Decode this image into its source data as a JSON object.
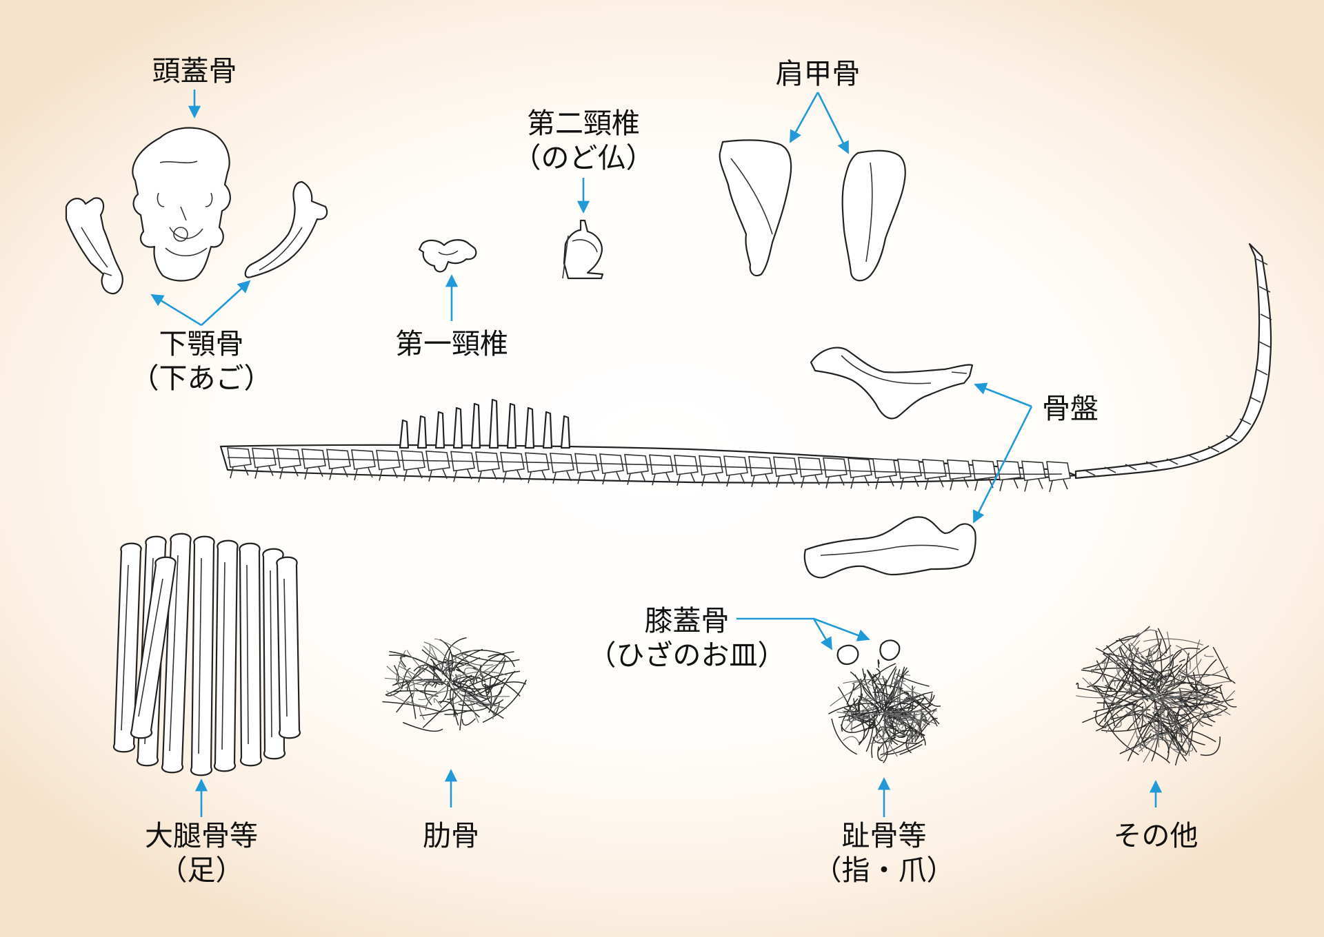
{
  "labels": {
    "skull": "頭蓋骨",
    "mandible_1": "下顎骨",
    "mandible_2": "（下あご）",
    "atlas": "第一頸椎",
    "axis_1": "第二頸椎",
    "axis_2": "（のど仏）",
    "scapula": "肩甲骨",
    "pelvis": "骨盤",
    "patella_1": "膝蓋骨",
    "patella_2": "（ひざのお皿）",
    "femur_1": "大腿骨等",
    "femur_2": "（足）",
    "ribs": "肋骨",
    "phalanges_1": "趾骨等",
    "phalanges_2": "（指・爪）",
    "other": "その他"
  },
  "colors": {
    "arrow": "#1f9ad6",
    "bone_outline": "#222222",
    "background_edge": "#f6e3cc"
  }
}
